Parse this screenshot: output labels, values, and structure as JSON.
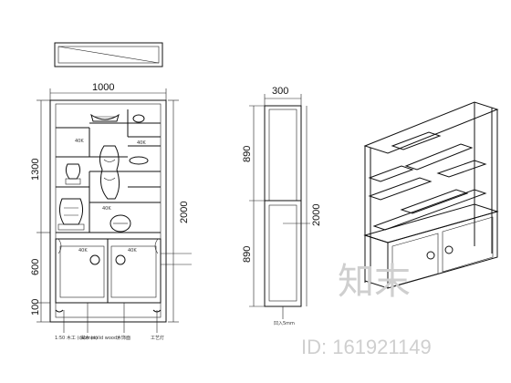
{
  "drawing": {
    "front_view": {
      "width_dim": "1000",
      "height_dims": [
        "1300",
        "600",
        "100"
      ],
      "total_height": "2000",
      "callouts": [
        "1:50 木工 (cabinet)",
        "实木 (solid wood)",
        "木饰面",
        "工艺灯"
      ],
      "small_labels": [
        "40K",
        "40K",
        "40K",
        "40K",
        "40K"
      ]
    },
    "side_view": {
      "depth_dim": "300",
      "height_dims": [
        "890",
        "890"
      ],
      "total_height": "2000",
      "bottom_label": "凹入5mm"
    },
    "perspective": {
      "label": "three-quarter view of display cabinet"
    }
  },
  "watermark": {
    "logo": "知末",
    "id_text": "ID: 161921149"
  }
}
